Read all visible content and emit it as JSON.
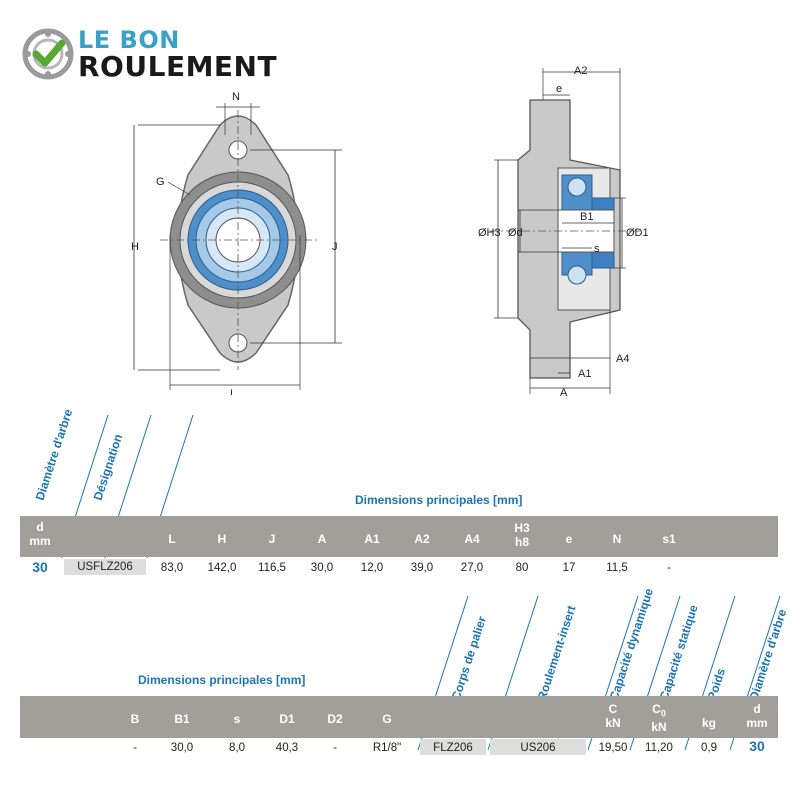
{
  "logo": {
    "line1": "LE BON",
    "line2": "ROULEMENT",
    "colors": {
      "accent": "#3aa0c8",
      "check": "#5aa832"
    }
  },
  "drawing": {
    "front": {
      "N": "N",
      "G": "G",
      "H": "H",
      "J": "J",
      "L": "L"
    },
    "side": {
      "A2": "A2",
      "e": "e",
      "H3": "ØH3",
      "d": "Ød",
      "B1": "B1",
      "D1": "ØD1",
      "s": "s",
      "A4": "A4",
      "A1": "A1",
      "A": "A"
    }
  },
  "table1": {
    "diag_headers": [
      "Diamètre d'arbre",
      "Désignation"
    ],
    "section_title": "Dimensions principales [mm]",
    "d_header": [
      "d",
      "mm"
    ],
    "columns": [
      "L",
      "H",
      "J",
      "A",
      "A1",
      "A2",
      "A4",
      "H3",
      "h8",
      "e",
      "N",
      "s1"
    ],
    "row": {
      "d": "30",
      "designation": "USFLZ206",
      "values": [
        "83,0",
        "142,0",
        "116,5",
        "30,0",
        "12,0",
        "39,0",
        "27,0",
        "80",
        "17",
        "11,5",
        "-"
      ]
    }
  },
  "table2": {
    "section_title": "Dimensions principales [mm]",
    "diag_headers": [
      "Corps de palier",
      "Roulement-insert",
      "Capacité dynamique",
      "Capacité statique",
      "Poids",
      "Diamètre d'arbre"
    ],
    "columns": [
      "B",
      "B1",
      "s",
      "D1",
      "D2",
      "G"
    ],
    "unit_headers": {
      "C": [
        "C",
        "kN"
      ],
      "C0": [
        "C",
        "0",
        "kN"
      ],
      "kg": "kg",
      "d": [
        "d",
        "mm"
      ]
    },
    "row": {
      "values": [
        "-",
        "30,0",
        "8,0",
        "40,3",
        "-",
        "R1/8\""
      ],
      "housing": "FLZ206",
      "insert": "US206",
      "C": "19,50",
      "C0": "11,20",
      "weight": "0,9",
      "d": "30"
    }
  }
}
